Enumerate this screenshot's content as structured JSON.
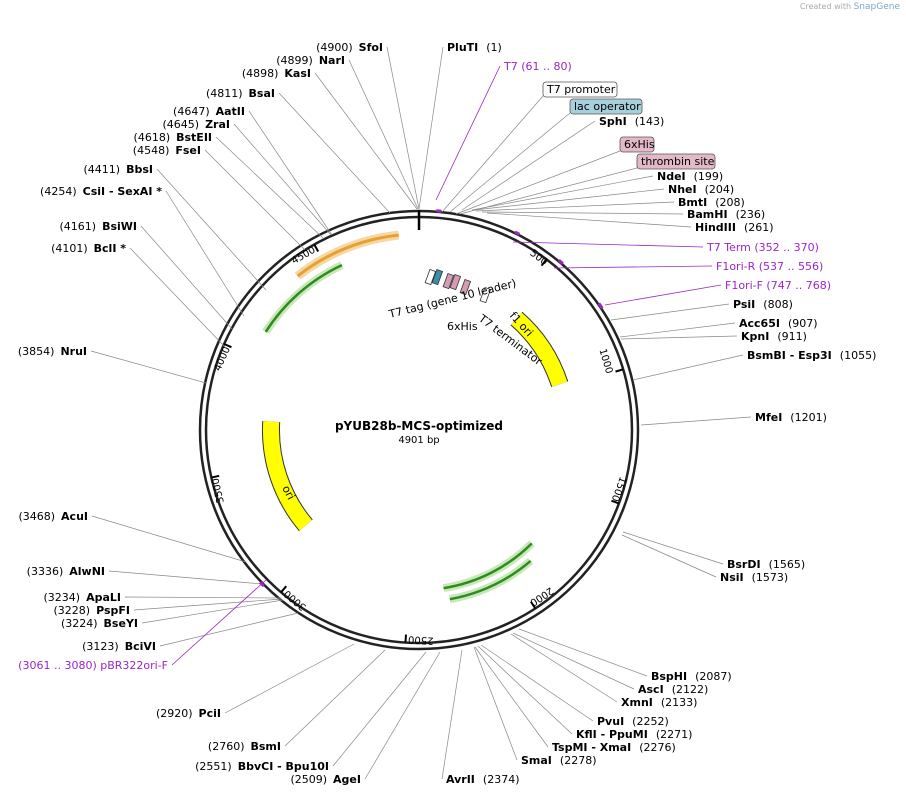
{
  "credit": {
    "prefix": "Created with",
    "brand": "SnapGene"
  },
  "plasmid": {
    "name": "pYUB28b-MCS-optimized",
    "length_label": "4901 bp"
  },
  "ticks": [
    "500",
    "1000",
    "1500",
    "2000",
    "2500",
    "3000",
    "3500",
    "4000",
    "4500"
  ],
  "sites": [
    {
      "name": "PluTI",
      "pos": "(1)"
    },
    {
      "name": "SphI",
      "pos": "(143)"
    },
    {
      "name": "NdeI",
      "pos": "(199)"
    },
    {
      "name": "NheI",
      "pos": "(204)"
    },
    {
      "name": "BmtI",
      "pos": "(208)"
    },
    {
      "name": "BamHI",
      "pos": "(236)"
    },
    {
      "name": "HindIII",
      "pos": "(261)"
    },
    {
      "name": "PsiI",
      "pos": "(808)"
    },
    {
      "name": "Acc65I",
      "pos": "(907)"
    },
    {
      "name": "KpnI",
      "pos": "(911)"
    },
    {
      "name": "BsmBI - Esp3I",
      "pos": "(1055)"
    },
    {
      "name": "MfeI",
      "pos": "(1201)"
    },
    {
      "name": "BsrDI",
      "pos": "(1565)"
    },
    {
      "name": "NsiI",
      "pos": "(1573)"
    },
    {
      "name": "BspHI",
      "pos": "(2087)"
    },
    {
      "name": "AscI",
      "pos": "(2122)"
    },
    {
      "name": "XmnI",
      "pos": "(2133)"
    },
    {
      "name": "PvuI",
      "pos": "(2252)"
    },
    {
      "name": "KflI - PpuMI",
      "pos": "(2271)"
    },
    {
      "name": "TspMI - XmaI",
      "pos": "(2276)"
    },
    {
      "name": "SmaI",
      "pos": "(2278)"
    },
    {
      "name": "AvrII",
      "pos": "(2374)"
    },
    {
      "name": "AgeI",
      "pos": "(2509)"
    },
    {
      "name": "BbvCI - Bpu10I",
      "pos": "(2551)"
    },
    {
      "name": "BsmI",
      "pos": "(2760)"
    },
    {
      "name": "PciI",
      "pos": "(2920)"
    },
    {
      "name": "BciVI",
      "pos": "(3123)"
    },
    {
      "name": "BseYI",
      "pos": "(3224)"
    },
    {
      "name": "PspFI",
      "pos": "(3228)"
    },
    {
      "name": "ApaLI",
      "pos": "(3234)"
    },
    {
      "name": "AlwNI",
      "pos": "(3336)"
    },
    {
      "name": "AcuI",
      "pos": "(3468)"
    },
    {
      "name": "NruI",
      "pos": "(3854)"
    },
    {
      "name": "BclI *",
      "pos": "(4101)"
    },
    {
      "name": "BsiWI",
      "pos": "(4161)"
    },
    {
      "name": "CsiI - SexAI *",
      "pos": "(4254)"
    },
    {
      "name": "BbsI",
      "pos": "(4411)"
    },
    {
      "name": "FseI",
      "pos": "(4548)"
    },
    {
      "name": "BstEII",
      "pos": "(4618)"
    },
    {
      "name": "ZraI",
      "pos": "(4645)"
    },
    {
      "name": "AatII",
      "pos": "(4647)"
    },
    {
      "name": "BsaI",
      "pos": "(4811)"
    },
    {
      "name": "KasI",
      "pos": "(4898)"
    },
    {
      "name": "NarI",
      "pos": "(4899)"
    },
    {
      "name": "SfoI",
      "pos": "(4900)"
    }
  ],
  "primers": [
    {
      "name": "T7",
      "range": "(61 .. 80)"
    },
    {
      "name": "T7 Term",
      "range": "(352 .. 370)"
    },
    {
      "name": "F1ori-R",
      "range": "(537 .. 556)"
    },
    {
      "name": "F1ori-F",
      "range": "(747 .. 768)"
    },
    {
      "name": "pBR322ori-F",
      "range": "(3061 .. 3080)"
    }
  ],
  "boxed_features": [
    {
      "name": "T7 promoter",
      "fill": "#ffffff"
    },
    {
      "name": "lac operator",
      "fill": "#a8d0dc"
    },
    {
      "name": "6xHis",
      "fill": "#e3b8c8"
    },
    {
      "name": "thrombin site",
      "fill": "#e3b8c8"
    }
  ],
  "map_features": [
    {
      "name": "T7 tag (gene 10 leader)"
    },
    {
      "name": "6xHis"
    },
    {
      "name": "T7 terminator"
    },
    {
      "name": "f1 ori"
    },
    {
      "name": "ori"
    }
  ],
  "colors": {
    "primer": "#9a26c8",
    "yellow_feature": "#ffff00",
    "green_feature": "#2e8b20",
    "orange_feature": "#e8a030",
    "lac_operator": "#3a8fa8",
    "his_tag": "#d49cb4"
  }
}
